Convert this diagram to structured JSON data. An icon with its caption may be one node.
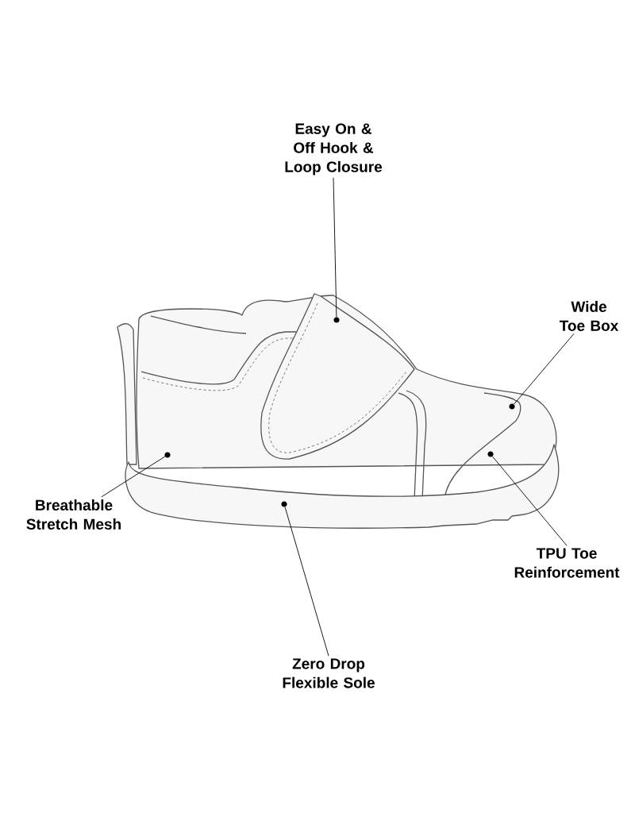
{
  "diagram": {
    "nodes": [
      {
        "text": [
          "Easy On & Off Hook & Loop Closure"
        ]
      },
      {
        "text": [
          "Wide Toe Box"
        ]
      },
      {
        "text": [
          "Breathable Stretch Mesh"
        ]
      },
      {
        "text": [
          "TPU Toe Reinforcement"
        ]
      },
      {
        "text": [
          "Zero Drop Flexible Sole"
        ]
      },
      {
        "text": [],
        "shape": "circle"
      },
      {
        "text": [],
        "shape": "circle"
      },
      {
        "text": [],
        "shape": "circle"
      },
      {
        "text": [],
        "shape": "circle"
      },
      {
        "text": [],
        "shape": "circle"
      }
    ],
    "edges": [
      {
        "from": 0,
        "to": 5,
        "arrow": "none"
      },
      {
        "from": 1,
        "to": 6,
        "arrow": "none"
      },
      {
        "from": 2,
        "to": 7,
        "arrow": "none"
      },
      {
        "from": 3,
        "to": 8,
        "arrow": "none"
      },
      {
        "from": 4,
        "to": 9,
        "arrow": "none"
      }
    ]
  }
}
